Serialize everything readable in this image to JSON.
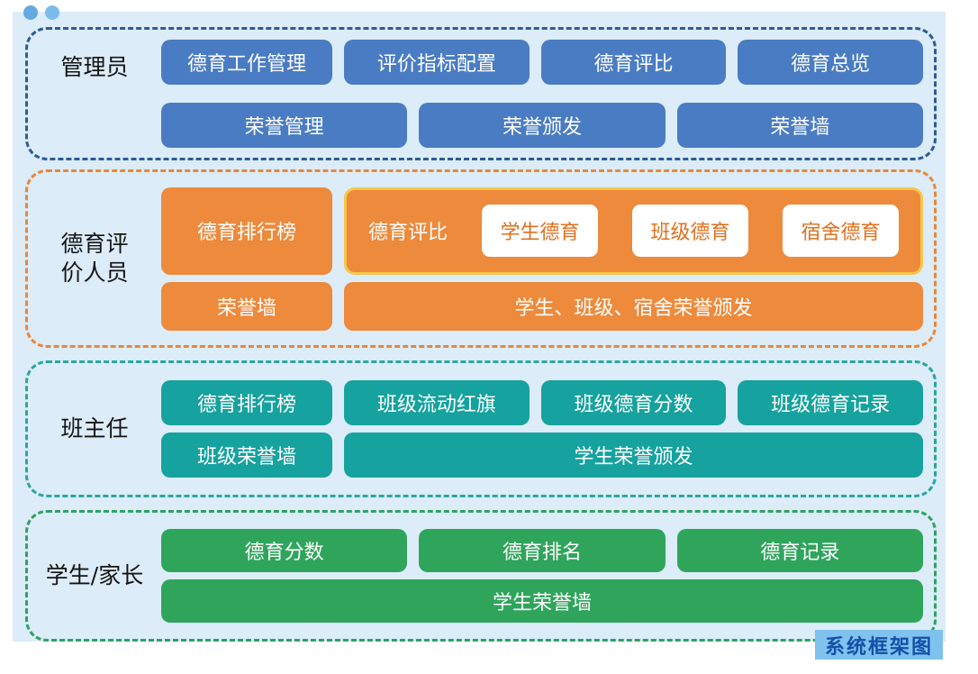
{
  "caption": "系统框架图",
  "colors": {
    "panel_bg": "#dcecf8",
    "admin_blue": "#4a7cc3",
    "admin_border": "#2e5b97",
    "eval_orange": "#ed8a3c",
    "eval_border": "#e8873a",
    "eval_group_border": "#f7c64a",
    "eval_white_text": "#e0701e",
    "teacher_teal": "#16a29e",
    "teacher_border": "#2aa79f",
    "student_green": "#2fa55c",
    "student_border": "#2fa263",
    "caption_bg": "#7fc2ee",
    "caption_text": "#1350a8"
  },
  "sections": {
    "admin": {
      "label": "管理员",
      "row1": [
        "德育工作管理",
        "评价指标配置",
        "德育评比",
        "德育总览"
      ],
      "row2": [
        "荣誉管理",
        "荣誉颁发",
        "荣誉墙"
      ]
    },
    "evaluator": {
      "label": "德育评\n价人员",
      "ranking": "德育排行榜",
      "group_label": "德育评比",
      "group_items": [
        "学生德育",
        "班级德育",
        "宿舍德育"
      ],
      "honor_wall": "荣誉墙",
      "honor_issue": "学生、班级、宿舍荣誉颁发"
    },
    "teacher": {
      "label": "班主任",
      "row1": [
        "德育排行榜",
        "班级流动红旗",
        "班级德育分数",
        "班级德育记录"
      ],
      "row2": [
        "班级荣誉墙",
        "学生荣誉颁发"
      ]
    },
    "student": {
      "label": "学生/家长",
      "row1": [
        "德育分数",
        "德育排名",
        "德育记录"
      ],
      "row2": "学生荣誉墙"
    }
  }
}
